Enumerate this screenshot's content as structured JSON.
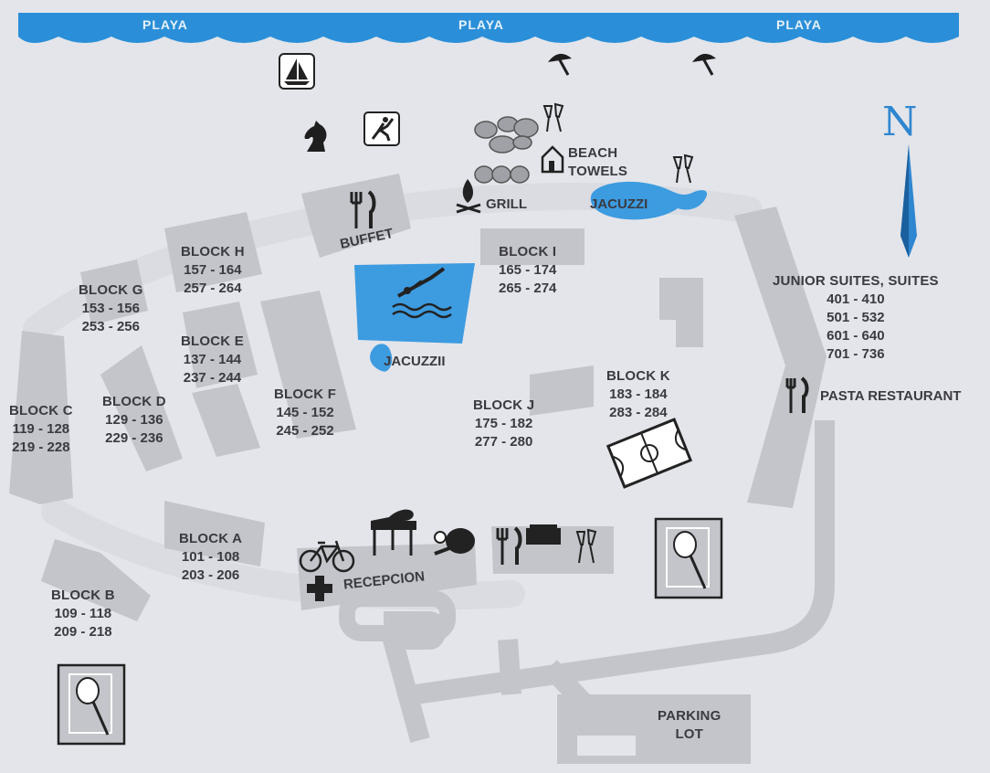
{
  "beach": {
    "labels": [
      "PLAYA",
      "PLAYA",
      "PLAYA"
    ],
    "color": "#2a8fd8"
  },
  "compass": {
    "letter": "N"
  },
  "blocks": {
    "h": {
      "name": "BLOCK H",
      "r1": "157 - 164",
      "r2": "257 - 264"
    },
    "g": {
      "name": "BLOCK G",
      "r1": "153 - 156",
      "r2": "253 - 256"
    },
    "e": {
      "name": "BLOCK E",
      "r1": "137 - 144",
      "r2": "237 - 244"
    },
    "c": {
      "name": "BLOCK C",
      "r1": "119 - 128",
      "r2": "219 - 228"
    },
    "d": {
      "name": "BLOCK D",
      "r1": "129 - 136",
      "r2": "229 - 236"
    },
    "f": {
      "name": "BLOCK F",
      "r1": "145 - 152",
      "r2": "245 - 252"
    },
    "i": {
      "name": "BLOCK I",
      "r1": "165 - 174",
      "r2": "265 - 274"
    },
    "j": {
      "name": "BLOCK J",
      "r1": "175 - 182",
      "r2": "277 - 280"
    },
    "k": {
      "name": "BLOCK K",
      "r1": "183 - 184",
      "r2": "283 - 284"
    },
    "a": {
      "name": "BLOCK A",
      "r1": "101 - 108",
      "r2": "203 - 206"
    },
    "b": {
      "name": "BLOCK B",
      "r1": "109 - 118",
      "r2": "209 - 218"
    }
  },
  "suites": {
    "name": "JUNIOR SUITES, SUITES",
    "r1": "401 - 410",
    "r2": "501 - 532",
    "r3": "601 - 640",
    "r4": "701 - 736"
  },
  "places": {
    "buffet": "BUFFET",
    "grill": "GRILL",
    "beach_towels_1": "BEACH",
    "beach_towels_2": "TOWELS",
    "jacuzzi_top": "JACUZZI",
    "jacuzzi_pool": "JACUZZII",
    "pasta": "PASTA RESTAURANT",
    "reception": "RECEPCION",
    "parking_1": "PARKING",
    "parking_2": "LOT"
  },
  "icons": [
    "sailboat-icon",
    "umbrella-icon",
    "horse-icon",
    "tennis-player-icon",
    "stones-icon",
    "champagne-icon",
    "beach-hut-icon",
    "campfire-icon",
    "cutlery-icon",
    "swimmer-icon",
    "basketball-court-icon",
    "tennis-court-icon",
    "bicycle-icon",
    "piano-icon",
    "ping-pong-icon",
    "first-aid-icon",
    "sofa-icon"
  ]
}
